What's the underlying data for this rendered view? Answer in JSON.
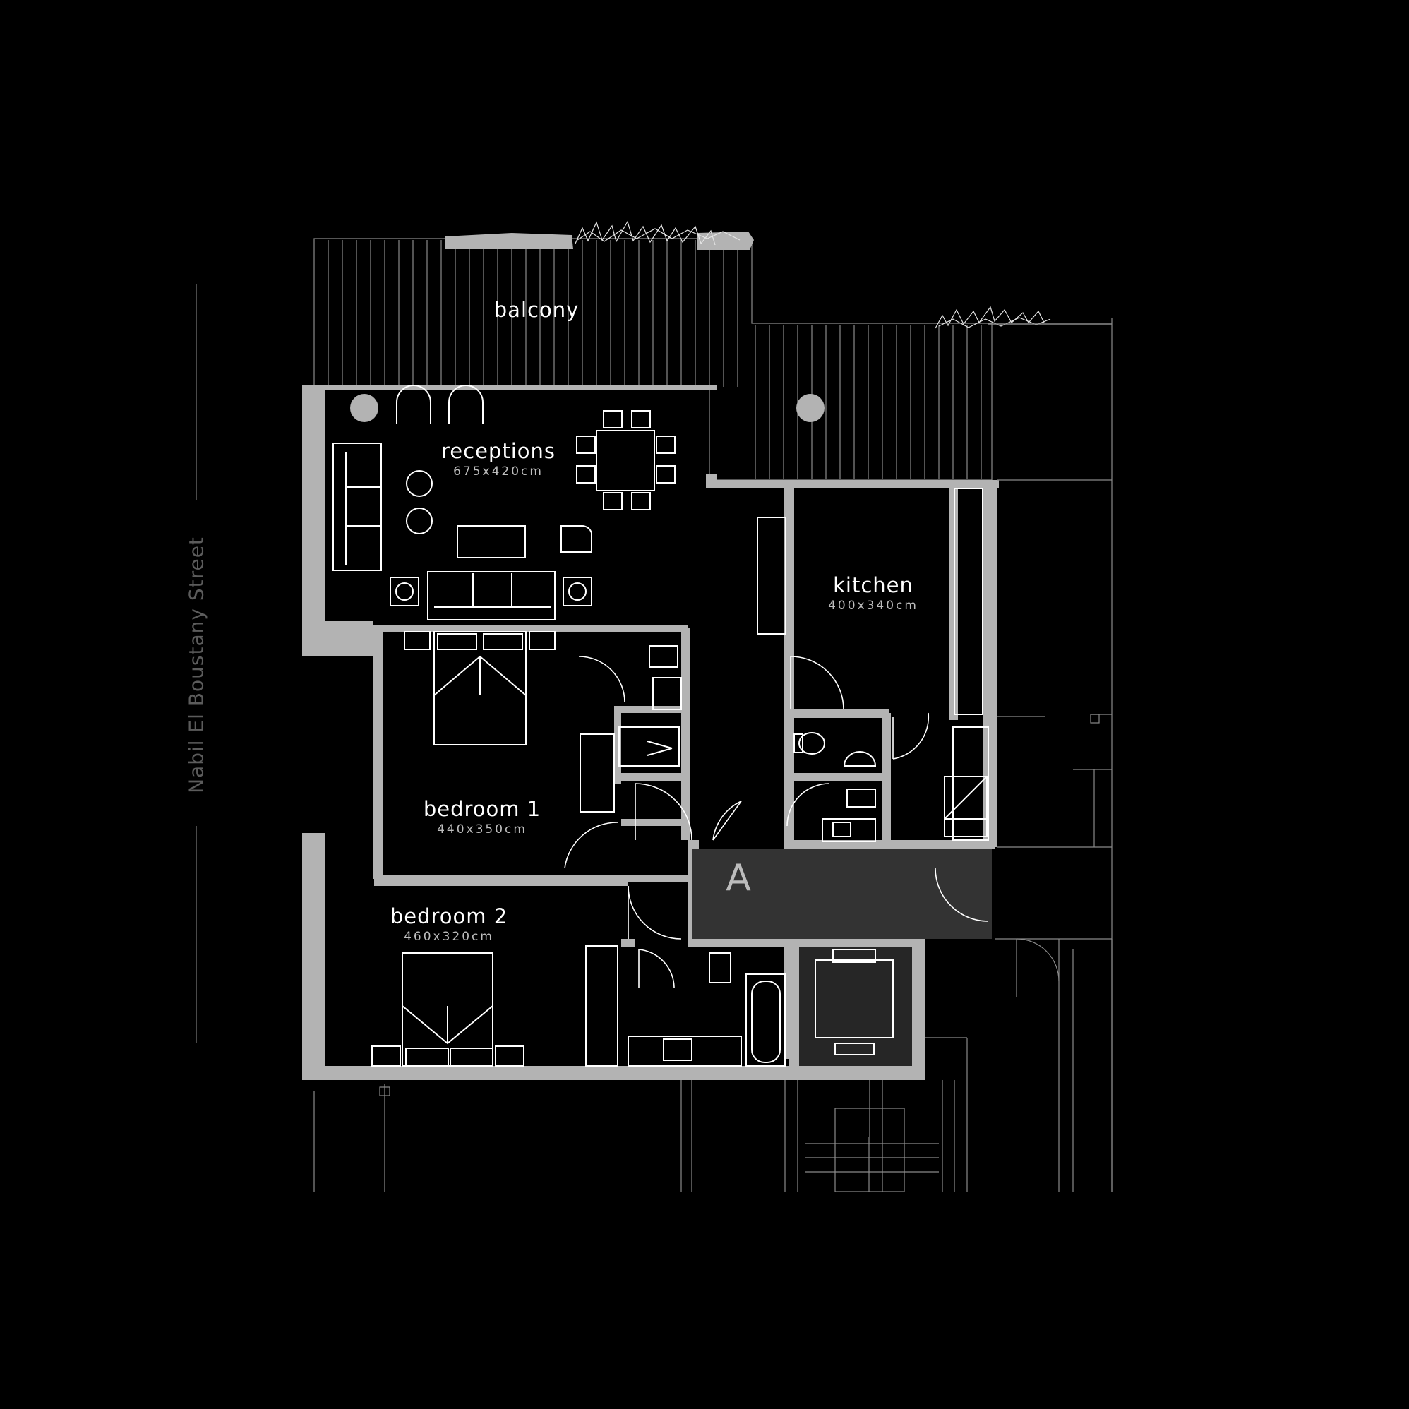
{
  "street": "Nabil El Boustany Street",
  "unit_label": "A",
  "rooms": {
    "balcony": {
      "name": "balcony"
    },
    "receptions": {
      "name": "receptions",
      "size": "675x420cm"
    },
    "kitchen": {
      "name": "kitchen",
      "size": "400x340cm"
    },
    "bedroom1": {
      "name": "bedroom 1",
      "size": "440x350cm"
    },
    "bedroom2": {
      "name": "bedroom 2",
      "size": "460x320cm"
    }
  },
  "colors": {
    "background": "#000000",
    "wall": "#b3b3b3",
    "line": "#ffffff",
    "unit_fill": "#333333",
    "label_muted": "#5c5c5c"
  }
}
